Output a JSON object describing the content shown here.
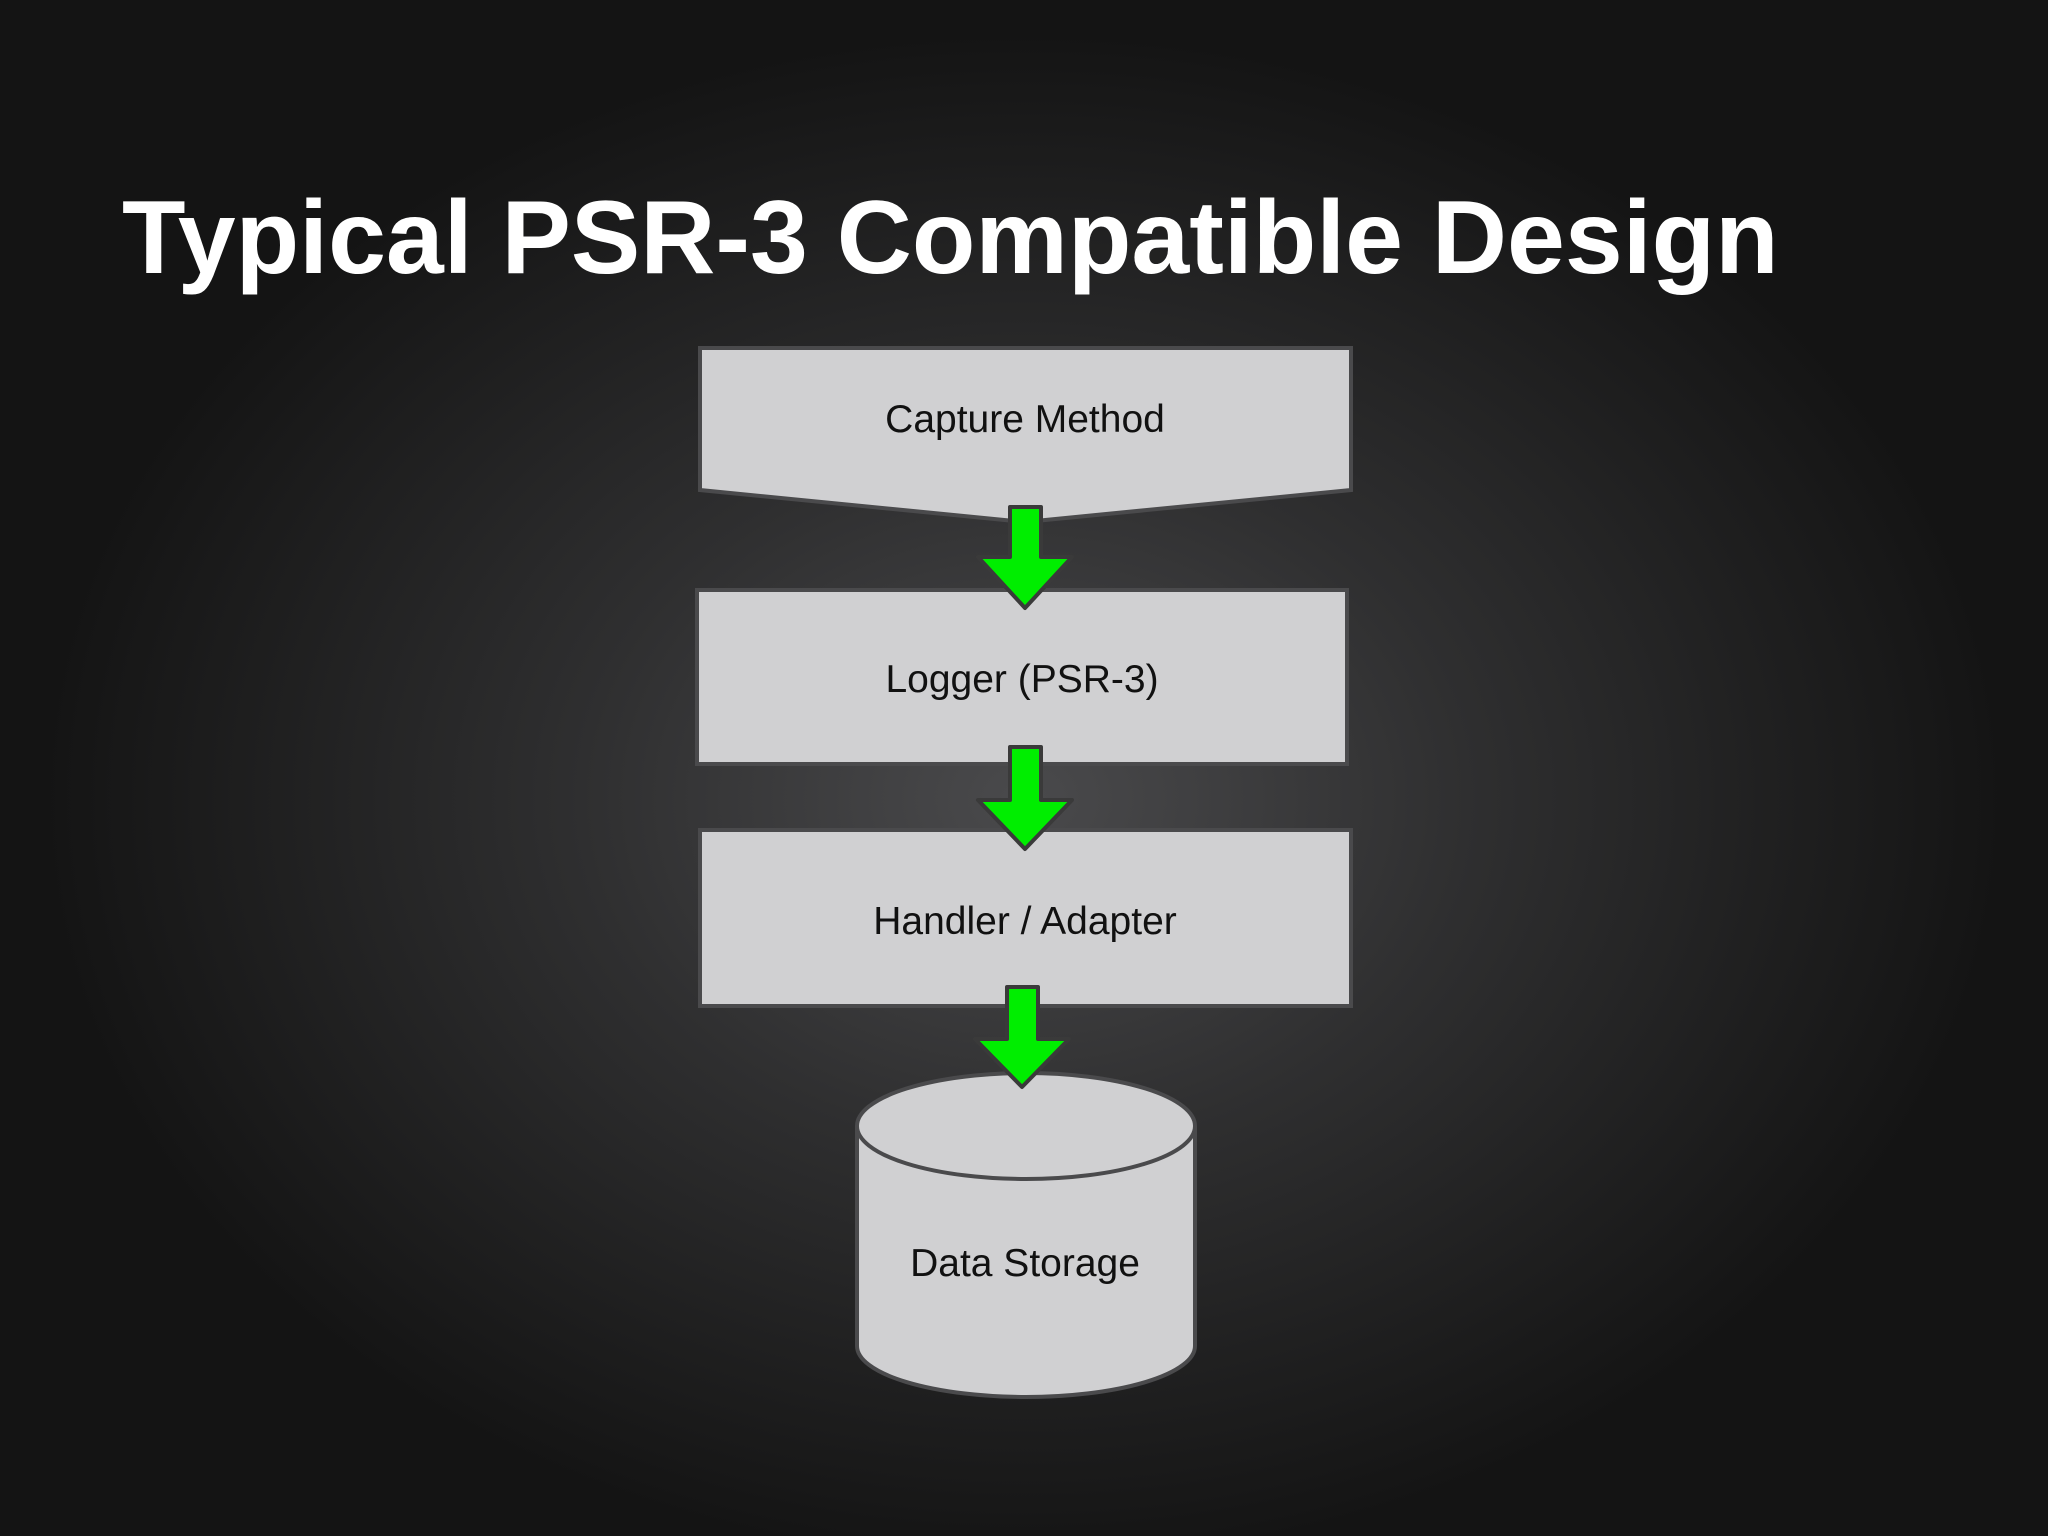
{
  "slide": {
    "title": "Typical PSR-3 Compatible Design"
  },
  "diagram": {
    "nodes": [
      {
        "id": "capture",
        "label": "Capture Method",
        "shape": "offpage-connector"
      },
      {
        "id": "logger",
        "label": "Logger (PSR-3)",
        "shape": "rectangle"
      },
      {
        "id": "handler",
        "label": "Handler / Adapter",
        "shape": "rectangle"
      },
      {
        "id": "storage",
        "label": "Data Storage",
        "shape": "cylinder"
      }
    ],
    "edges": [
      {
        "from": "capture",
        "to": "logger"
      },
      {
        "from": "logger",
        "to": "handler"
      },
      {
        "from": "handler",
        "to": "storage"
      }
    ]
  },
  "colors": {
    "node_fill": "#d0d0d2",
    "node_stroke": "#4a4a4c",
    "arrow_fill": "#00ee00",
    "arrow_stroke": "#3a3a3a",
    "title": "#ffffff"
  }
}
